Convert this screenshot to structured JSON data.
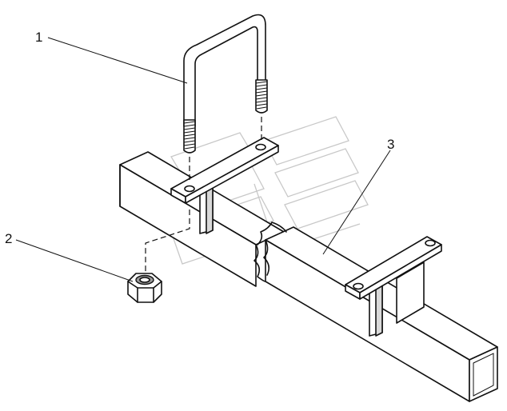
{
  "callouts": [
    {
      "id": "1",
      "label": "1"
    },
    {
      "id": "2",
      "label": "2"
    },
    {
      "id": "3",
      "label": "3"
    }
  ],
  "colors": {
    "line": "#111111",
    "watermark": "#c8c8c8",
    "background": "#ffffff"
  }
}
